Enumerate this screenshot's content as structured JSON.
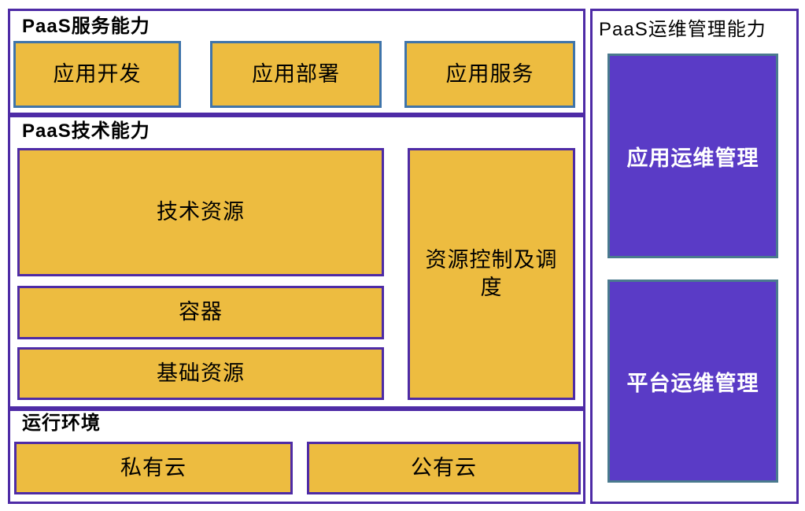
{
  "diagram": {
    "left_panel": {
      "service_section": {
        "title": "PaaS服务能力",
        "boxes": [
          "应用开发",
          "应用部署",
          "应用服务"
        ]
      },
      "tech_section": {
        "title": "PaaS技术能力",
        "stack_boxes": [
          "技术资源",
          "容器",
          "基础资源"
        ],
        "side_box": "资源控制及调度"
      },
      "runtime_section": {
        "title": "运行环境",
        "boxes": [
          "私有云",
          "公有云"
        ]
      }
    },
    "right_panel": {
      "title": "PaaS运维管理能力",
      "boxes": [
        "应用运维管理",
        "平台运维管理"
      ]
    }
  },
  "colors": {
    "orange_block_fill": "#edbc40",
    "violet_block_fill": "#5a3bc6",
    "panel_border": "#4e2ba6",
    "steel_block_border": "#3f74aa",
    "teal_block_border": "#4a7a8e",
    "title_text": "#000000",
    "violet_block_text": "#ffffff"
  }
}
